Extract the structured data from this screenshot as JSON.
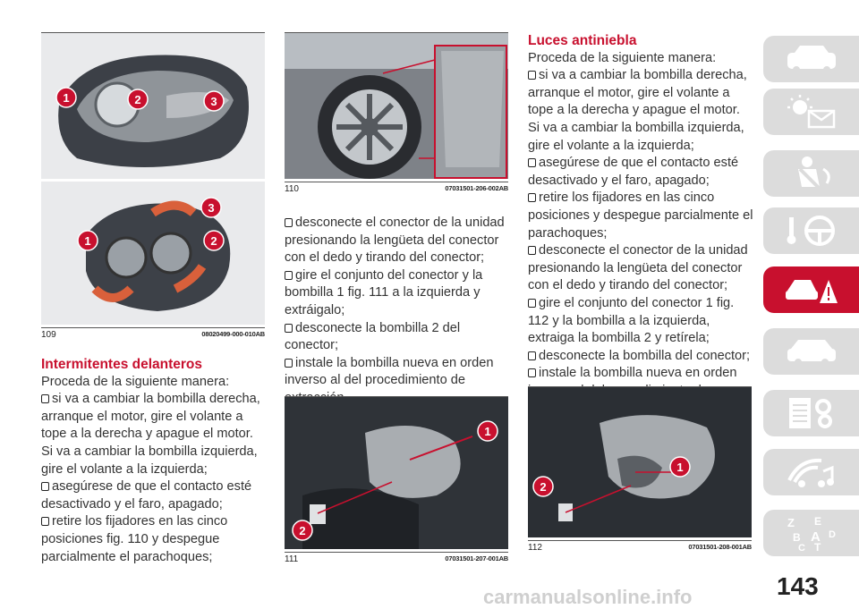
{
  "page_number": "143",
  "watermark": "carmanualsonline.info",
  "figures": [
    {
      "num": "109",
      "code": "08020499-000-010AB"
    },
    {
      "num": "110",
      "code": "07031501-206-002AB"
    },
    {
      "num": "111",
      "code": "07031501-207-001AB"
    },
    {
      "num": "112",
      "code": "07031501-208-001AB"
    }
  ],
  "callouts": [
    "1",
    "2",
    "3"
  ],
  "section1": {
    "heading": "Intermitentes delanteros",
    "intro": "Proceda de la siguiente manera:",
    "items": [
      "si va a cambiar la bombilla derecha, arranque el motor, gire el volante a tope a la derecha y apague el motor. Si va a cambiar la bombilla izquierda, gire el volante a la izquierda;",
      "asegúrese de que el contacto esté desactivado y el faro, apagado;",
      "retire los fijadores en las cinco posiciones fig. 110 y despegue parcialmente el parachoques;"
    ]
  },
  "section1_cont": {
    "items": [
      "desconecte el conector de la unidad presionando la lengüeta del conector con el dedo y tirando del conector;",
      "gire el conjunto del conector y la bombilla 1 fig. 111 a la izquierda y extráigalo;",
      "desconecte la bombilla 2 del conector;",
      "instale la bombilla nueva en orden inverso al del procedimiento de extracción."
    ]
  },
  "section2": {
    "heading": "Luces antiniebla",
    "intro": "Proceda de la siguiente manera:",
    "items": [
      "si va a cambiar la bombilla derecha, arranque el motor, gire el volante a tope a la derecha y apague el motor. Si va a cambiar la bombilla izquierda, gire el volante a la izquierda;",
      "asegúrese de que el contacto esté desactivado y el faro, apagado;",
      "retire los fijadores en las cinco posiciones y despegue parcialmente el parachoques;",
      "desconecte el conector de la unidad presionando la lengüeta del conector con el dedo y tirando del conector;",
      "gire el conjunto del conector 1 fig. 112 y la bombilla a la izquierda, extraiga la bombilla 2 y retírela;",
      "desconecte la bombilla del conector;",
      "instale la bombilla nueva en orden inverso al del procedimiento de extracción."
    ]
  },
  "side_tabs": [
    {
      "name": "dashboard-tab",
      "active": false
    },
    {
      "name": "lights-tab",
      "active": false
    },
    {
      "name": "safety-tab",
      "active": false
    },
    {
      "name": "starting-driving-tab",
      "active": false
    },
    {
      "name": "emergency-tab",
      "active": true
    },
    {
      "name": "maintenance-tab",
      "active": false
    },
    {
      "name": "technical-data-tab",
      "active": false
    },
    {
      "name": "multimedia-tab",
      "active": false
    },
    {
      "name": "index-tab",
      "active": false
    }
  ],
  "colors": {
    "accent": "#c8102e",
    "tab_grey": "#dcdcdc"
  }
}
